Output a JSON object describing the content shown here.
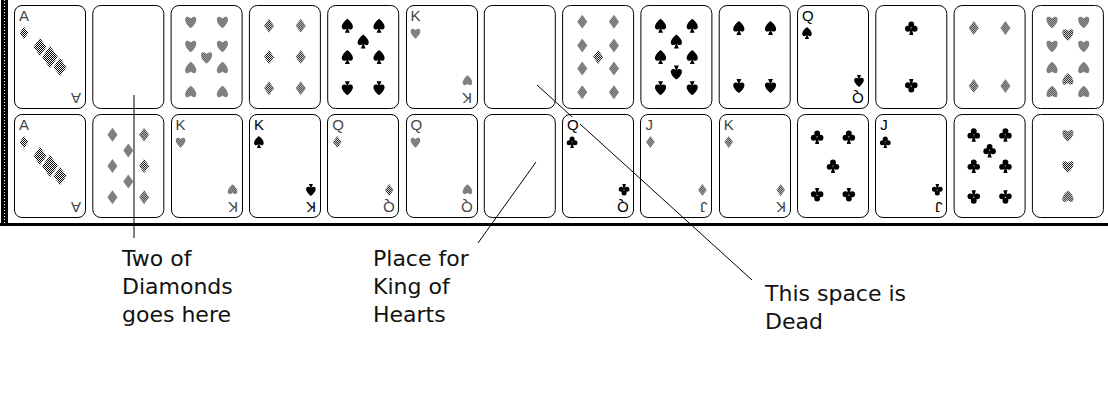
{
  "diagram": {
    "nodes": [
      {
        "text": [
          "A",
          "A"
        ]
      },
      {
        "text": [
          "K",
          "K"
        ]
      },
      {
        "text": [
          "Q",
          "Q"
        ]
      },
      {
        "text": [
          "A",
          "A"
        ]
      },
      {
        "text": [
          "K",
          "K"
        ]
      },
      {
        "text": [
          "K",
          "K"
        ]
      },
      {
        "text": [
          "Q",
          "Q"
        ]
      },
      {
        "text": [
          "Q",
          "Q"
        ]
      },
      {
        "text": [
          "Q",
          "Q"
        ]
      },
      {
        "text": [
          "J",
          "J"
        ]
      },
      {
        "text": [
          "K",
          "K"
        ]
      },
      {
        "text": [
          "J",
          "J"
        ]
      }
    ],
    "labels": [
      "Two of Diamonds goes here",
      "Place for King of Hearts",
      "This space is Dead"
    ]
  }
}
